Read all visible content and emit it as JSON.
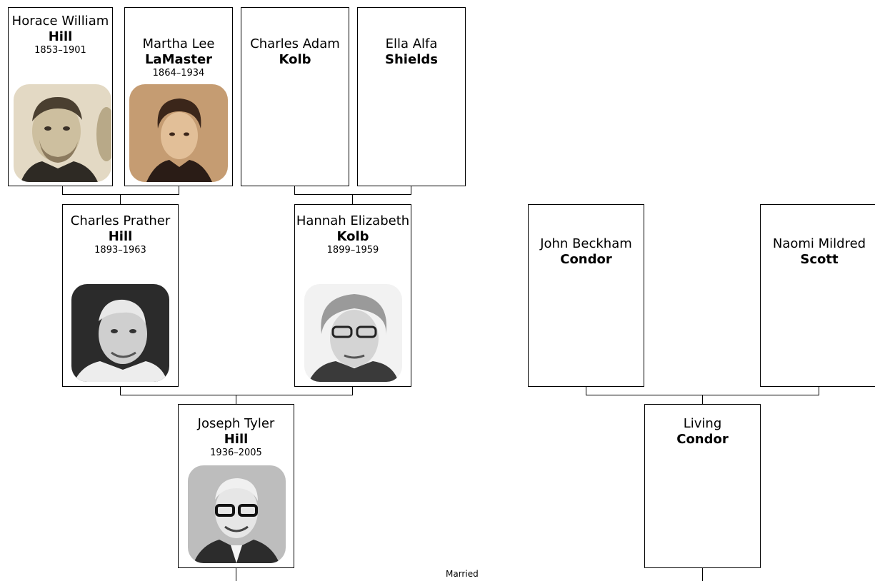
{
  "people": {
    "horace": {
      "given": "Horace William",
      "surname": "Hill",
      "dates": "1853–1901",
      "photo": "portrait-sepia-man"
    },
    "martha": {
      "given": "Martha Lee",
      "surname": "LaMaster",
      "dates": "1864–1934",
      "photo": "portrait-sepia-woman"
    },
    "charles_adam": {
      "given": "Charles Adam",
      "surname": "Kolb"
    },
    "ella": {
      "given": "Ella Alfa",
      "surname": "Shields"
    },
    "charles_prather": {
      "given": "Charles Prather",
      "surname": "Hill",
      "dates": "1893–1963",
      "photo": "portrait-bw-man"
    },
    "hannah": {
      "given": "Hannah Elizabeth",
      "surname": "Kolb",
      "dates": "1899–1959",
      "photo": "portrait-bw-woman-glasses"
    },
    "john": {
      "given": "John Beckham",
      "surname": "Condor"
    },
    "naomi": {
      "given": "Naomi Mildred",
      "surname": "Scott"
    },
    "joseph": {
      "given": "Joseph Tyler",
      "surname": "Hill",
      "dates": "1936–2005",
      "photo": "portrait-bw-young-man-glasses"
    },
    "living": {
      "given": "Living",
      "surname": "Condor"
    }
  },
  "relationship_label": "Married",
  "colors": {
    "border": "#000000",
    "background": "#ffffff"
  }
}
